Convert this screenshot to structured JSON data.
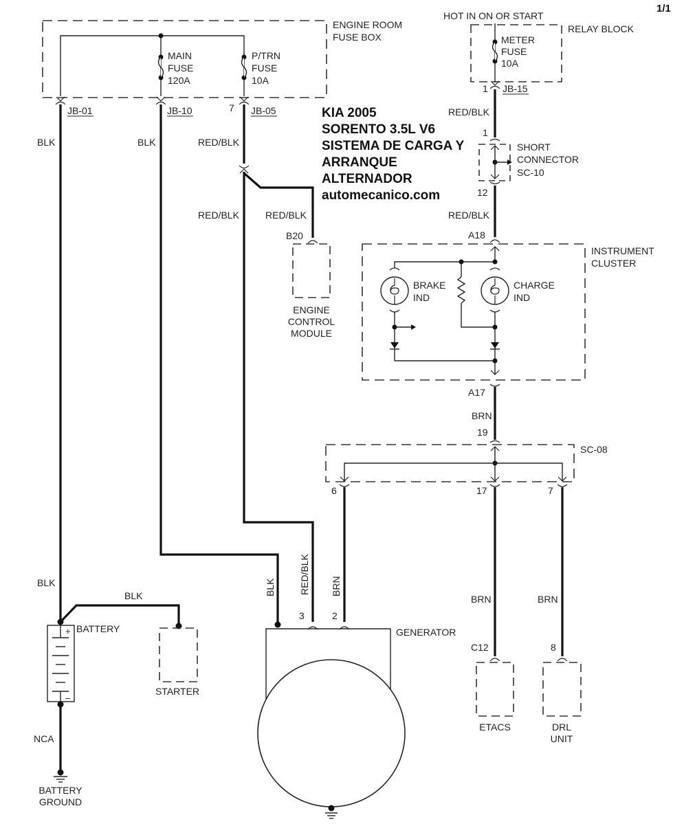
{
  "page": "1/1",
  "title": {
    "lines": [
      "KIA 2005",
      "SORENTO 3.5L V6",
      "SISTEMA DE CARGA Y",
      "ARRANQUE",
      "ALTERNADOR",
      "automecanico.com"
    ]
  },
  "engine_room_fuse_box": {
    "label_1": "ENGINE ROOM",
    "label_2": "FUSE BOX",
    "main_fuse": [
      "MAIN",
      "FUSE",
      "120A"
    ],
    "ptrn_fuse": [
      "P/TRN",
      "FUSE",
      "10A"
    ],
    "connectors": {
      "jb01": "JB-01",
      "jb10": "JB-10",
      "jb05": "JB-05",
      "jb05_pin": "7"
    }
  },
  "relay_block": {
    "supply": "HOT IN ON OR START",
    "label": "RELAY BLOCK",
    "meter_fuse": [
      "METER",
      "FUSE",
      "10A"
    ],
    "connector": "JB-15",
    "connector_pin": "1"
  },
  "short_connector_sc10": {
    "label": [
      "SHORT",
      "CONNECTOR",
      "SC-10"
    ],
    "pin_in": "1",
    "pin_out": "12"
  },
  "instrument_cluster": {
    "label": [
      "INSTRUMENT",
      "CLUSTER"
    ],
    "pin_in": "A18",
    "pin_out": "A17",
    "brake_ind": [
      "BRAKE",
      "IND"
    ],
    "charge_ind": [
      "CHARGE",
      "IND"
    ]
  },
  "engine_control_module": {
    "pin": "B20",
    "label": [
      "ENGINE",
      "CONTROL",
      "MODULE"
    ]
  },
  "short_connector_sc08": {
    "label": "SC-08",
    "pin_in": "19",
    "pins_out": [
      "6",
      "17",
      "7"
    ]
  },
  "generator": {
    "label": "GENERATOR",
    "pin_3": "3",
    "pin_2": "2"
  },
  "battery": {
    "label": "BATTERY",
    "plus": "+",
    "minus": "–"
  },
  "starter": {
    "label": "STARTER"
  },
  "battery_ground": {
    "label": [
      "BATTERY",
      "GROUND"
    ]
  },
  "etacs": {
    "label": "ETACS",
    "pin": "C12"
  },
  "drl_unit": {
    "label": [
      "DRL",
      "UNIT"
    ],
    "pin": "8"
  },
  "wire_colors": {
    "jb01": "BLK",
    "jb10": "BLK",
    "jb05": "RED/BLK",
    "jb05_lower": "RED/BLK",
    "ecm_branch": "RED/BLK",
    "jb15": "RED/BLK",
    "sc10_out": "RED/BLK",
    "a17": "BRN",
    "battery_pos": "BLK",
    "starter": "BLK",
    "gen_blk": "BLK",
    "gen_redblk": "RED/BLK",
    "gen_brn": "BRN",
    "ground": "NCA",
    "etacs": "BRN",
    "drl": "BRN"
  }
}
